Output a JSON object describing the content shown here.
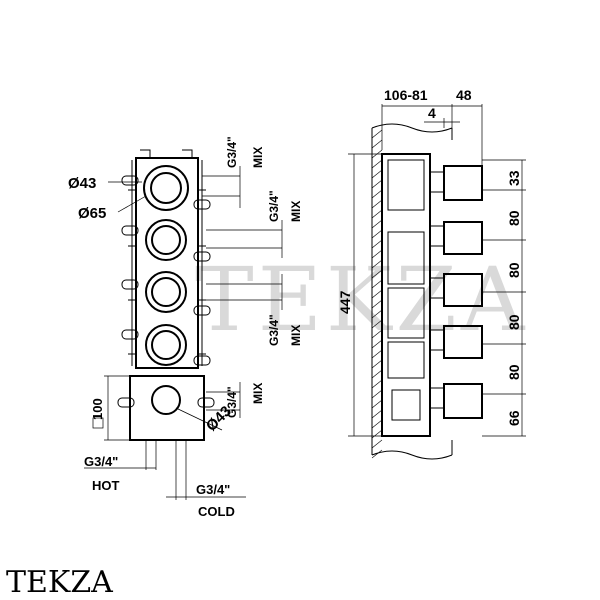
{
  "watermark": "TEKZA",
  "brand": "TEKZA",
  "front_view": {
    "connection_labels": [
      "G3/4\"",
      "G3/4\"",
      "G3/4\"",
      "G3/4\""
    ],
    "mix_labels": [
      "MIX",
      "MIX",
      "MIX",
      "MIX"
    ],
    "dia_43_top": "Ø43",
    "dia_65": "Ø65",
    "dia_43_bottom": "Ø43",
    "box_height": "100",
    "hot_size": "G3/4\"",
    "hot_label": "HOT",
    "cold_size": "G3/4\"",
    "cold_label": "COLD"
  },
  "side_view": {
    "top_dim_1": "106-81",
    "top_dim_2": "48",
    "top_dim_3": "4",
    "total_height": "447",
    "spacings": [
      "33",
      "80",
      "80",
      "80",
      "80",
      "66"
    ]
  }
}
